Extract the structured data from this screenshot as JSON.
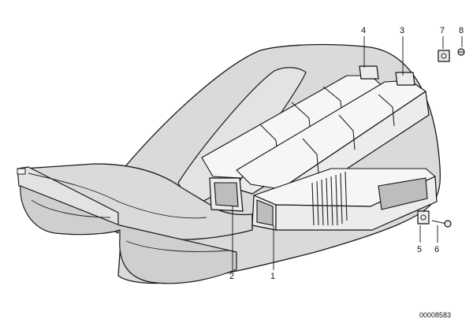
{
  "callouts": [
    "1",
    "2",
    "3",
    "4",
    "5",
    "6",
    "7",
    "8"
  ],
  "reference_number": "00008583",
  "parts": [
    {
      "name": "seat-body",
      "label": ""
    },
    {
      "name": "air-duct-front-right",
      "label": "1"
    },
    {
      "name": "air-duct-front-left",
      "label": "2"
    },
    {
      "name": "air-duct-rear-right",
      "label": "3"
    },
    {
      "name": "air-duct-rear-left",
      "label": "4"
    },
    {
      "name": "clip",
      "label": "5"
    },
    {
      "name": "screw",
      "label": "6"
    }
  ],
  "colors": {
    "line": "#111111",
    "seat": "#dadada",
    "duct": "#ececec",
    "background": "#ffffff"
  }
}
